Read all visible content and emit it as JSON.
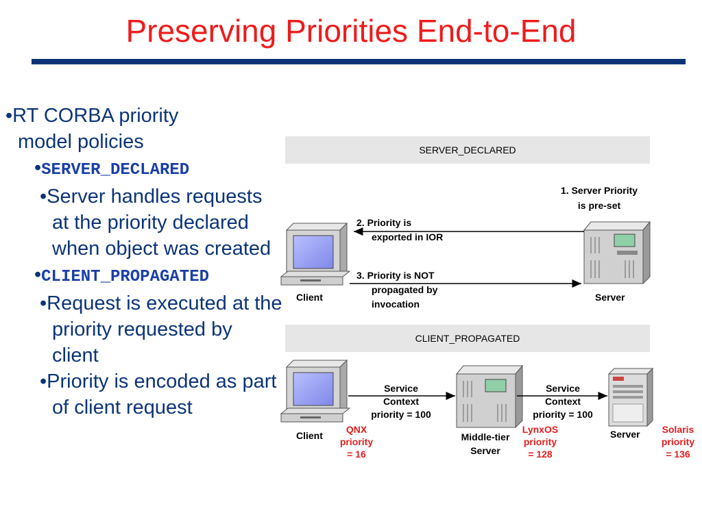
{
  "title": "Preserving Priorities End-to-End",
  "bullets": {
    "b1_line1": "•RT CORBA priority",
    "b1_line2": "model policies",
    "sd": "SERVER_DECLARED",
    "sd_sub": "•Server handles requests at the priority declared when object was created",
    "cp": "CLIENT_PROPAGATED",
    "cp_sub1": "•Request is executed at the priority requested by client",
    "cp_sub2": "•Priority is encoded as part of client request"
  },
  "diagram1": {
    "header": "SERVER_DECLARED",
    "step1_l1": "1. Server Priority",
    "step1_l2": "is pre-set",
    "step2_l1": "2. Priority is",
    "step2_l2": "exported in IOR",
    "step3_l1": "3. Priority is NOT",
    "step3_l2": "propagated by",
    "step3_l3": "invocation",
    "client": "Client",
    "server": "Server"
  },
  "diagram2": {
    "header": "CLIENT_PROPAGATED",
    "sc1_l1": "Service",
    "sc1_l2": "Context",
    "sc1_l3": "priority = 100",
    "sc2_l1": "Service",
    "sc2_l2": "Context",
    "sc2_l3": "priority = 100",
    "client": "Client",
    "middle_l1": "Middle-tier",
    "middle_l2": "Server",
    "server": "Server",
    "qnx_l1": "QNX",
    "qnx_l2": "priority",
    "qnx_l3": "= 16",
    "lynx_l1": "LynxOS",
    "lynx_l2": "priority",
    "lynx_l3": "= 128",
    "sol_l1": "Solaris",
    "sol_l2": "priority",
    "sol_l3": "= 136"
  },
  "colors": {
    "title": "#ee1c1c",
    "rule": "#0b3478",
    "body": "#0b3478",
    "os": "#e21d1d"
  }
}
